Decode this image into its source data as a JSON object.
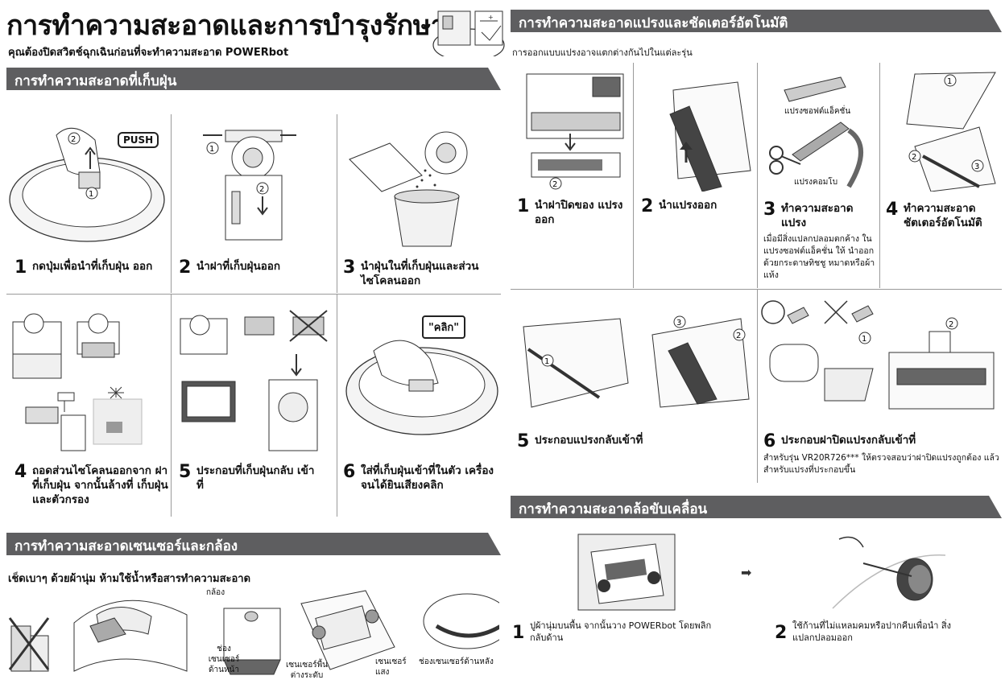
{
  "header": {
    "title": "การทำความสะอาดและการบำรุงรักษา",
    "subtitle": "คุณต้องปิดสวิตช์ฉุกเฉินก่อนที่จะทำความสะอาด POWERbot"
  },
  "dustbin": {
    "section_title": "การทำความสะอาดที่เก็บฝุ่น",
    "push_label": "PUSH",
    "click_label": "\"คลิก\"",
    "steps": [
      {
        "num": "1",
        "text": "กดปุ่มเพื่อนำที่เก็บฝุ่น ออก"
      },
      {
        "num": "2",
        "text": "นำฝาที่เก็บฝุ่นออก"
      },
      {
        "num": "3",
        "text": "นำฝุ่นในที่เก็บฝุ่นและส่วน ไซโคลนออก"
      },
      {
        "num": "4",
        "text": "ถอดส่วนไซโคลนออกจาก ฝาที่เก็บฝุ่น จากนั้นล้างที่ เก็บฝุ่นและตัวกรอง"
      },
      {
        "num": "5",
        "text": "ประกอบที่เก็บฝุ่นกลับ เข้าที่"
      },
      {
        "num": "6",
        "text": "ใส่ที่เก็บฝุ่นเข้าที่ในตัว เครื่องจนได้ยินเสียงคลิก"
      }
    ]
  },
  "sensor": {
    "section_title": "การทำความสะอาดเซนเซอร์และกล้อง",
    "instruction": "เช็ดเบาๆ ด้วยผ้านุ่ม ห้ามใช้น้ำหรือสารทำความสะอาด",
    "labels": {
      "camera": "กล้อง",
      "front_sensor": "ช่องเซนเซอร์ ด้านหน้า",
      "floor_sensor": "เซนเซอร์พื้น ต่างระดับ",
      "light_sensor": "เซนเซอร์ แสง",
      "rear_sensor": "ช่องเซนเซอร์ด้านหลัง"
    }
  },
  "brush": {
    "section_title": "การทำความสะอาดแปรงและชัดเตอร์อัตโนมัติ",
    "note": "การออกแบบแปรงอาจแตกต่างกันไปในแต่ละรุ่น",
    "soft_brush_label": "แปรงซอฟต์แอ็คชั่น",
    "combo_brush_label": "แปรงคอมโบ",
    "steps": [
      {
        "num": "1",
        "text": "นำฝาปิดของ แปรงออก"
      },
      {
        "num": "2",
        "text": "นำแปรงออก"
      },
      {
        "num": "3",
        "text": "ทำความสะอาด แปรง",
        "desc": "เมื่อมีสิ่งแปลกปลอมตกค้าง ในแปรงซอฟต์แอ็คชั่น ให้ นำออกด้วยกระดาษทิชชู หมาดหรือผ้าแห้ง"
      },
      {
        "num": "4",
        "text": "ทำความสะอาด ชัตเตอร์อัตโนมัติ"
      },
      {
        "num": "5",
        "text": "ประกอบแปรงกลับเข้าที่"
      },
      {
        "num": "6",
        "text": "ประกอบฝาปิดแปรงกลับเข้าที่",
        "desc": "สำหรับรุ่น VR20R726*** ให้ตรวจสอบว่าฝาปิดแปรงถูกต้อง แล้วสำหรับแปรงที่ประกอบขึ้น"
      }
    ]
  },
  "wheel": {
    "section_title": "การทำความสะอาดล้อขับเคลื่อน",
    "steps": [
      {
        "num": "1",
        "text": "ปูผ้านุ่มบนพื้น จากนั้นวาง POWERbot โดยพลิก กลับด้าน"
      },
      {
        "num": "2",
        "text": "ใช้ก้านที่ไม่แหลมคมหรือปากคีบเพื่อนำ สิ่งแปลกปลอมออก"
      }
    ]
  },
  "colors": {
    "section_bar": "#5e5e60",
    "line": "#9a9a9a",
    "ink": "#111111"
  },
  "icons": [
    "cabinet-icon",
    "arrow-right-icon",
    "circle-number-icon",
    "push-button-icon",
    "trash-can-icon",
    "sun-icon",
    "faucet-icon",
    "hand-icon",
    "scissors-icon",
    "no-spray-icon"
  ]
}
